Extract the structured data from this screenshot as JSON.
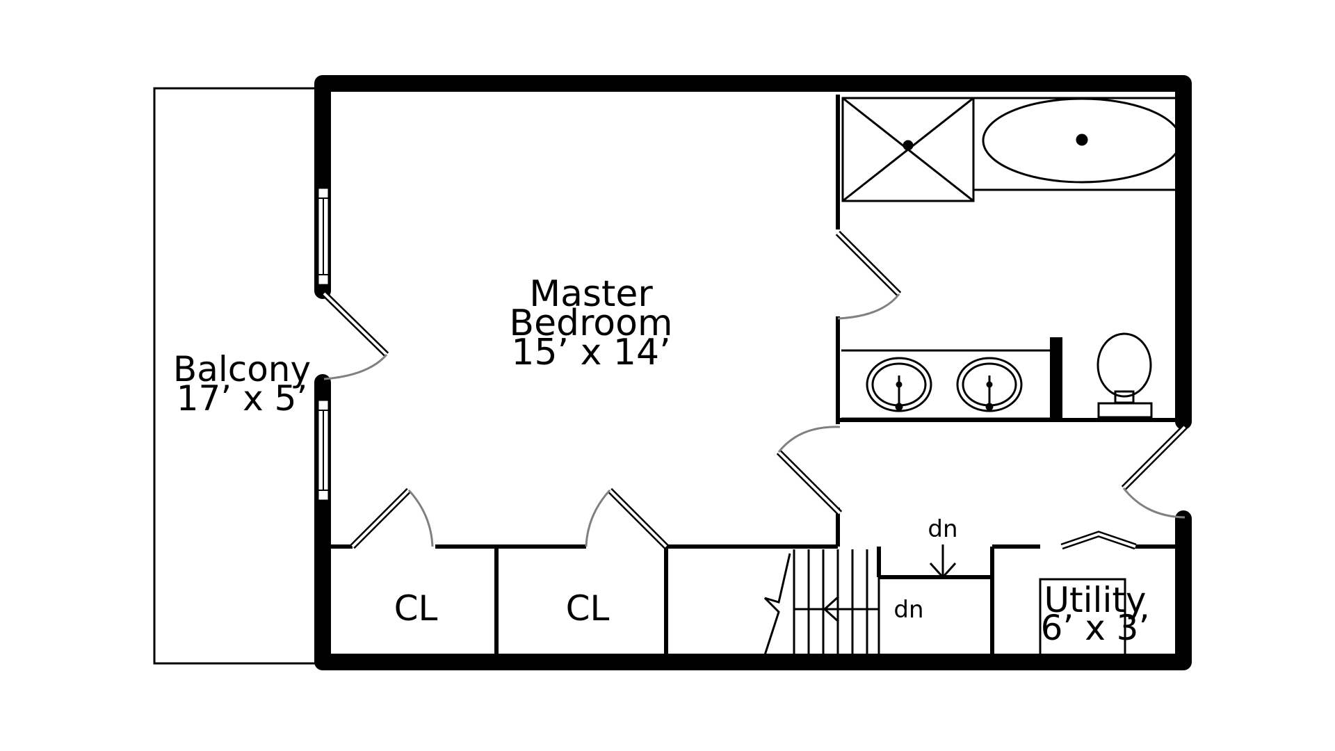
{
  "rooms": {
    "master": {
      "name_line1": "Master",
      "name_line2": "Bedroom",
      "size": "15’ x 14’"
    },
    "balcony": {
      "name": "Balcony",
      "size": "17’ x 5’"
    },
    "utility": {
      "name": "Utility",
      "size": "6’ x 3’"
    },
    "closet_left": {
      "name": "CL"
    },
    "closet_right": {
      "name": "CL"
    }
  },
  "stairs": {
    "down_label_upper": "dn",
    "down_label_lower": "dn"
  },
  "colors": {
    "wall": "#000000",
    "door_swing": "#808080",
    "background": "#ffffff"
  },
  "icons": [
    "shower-icon",
    "bathtub-icon",
    "sink-icon",
    "toilet-icon",
    "window-icon",
    "stair-arrow-icon",
    "break-line-icon"
  ]
}
